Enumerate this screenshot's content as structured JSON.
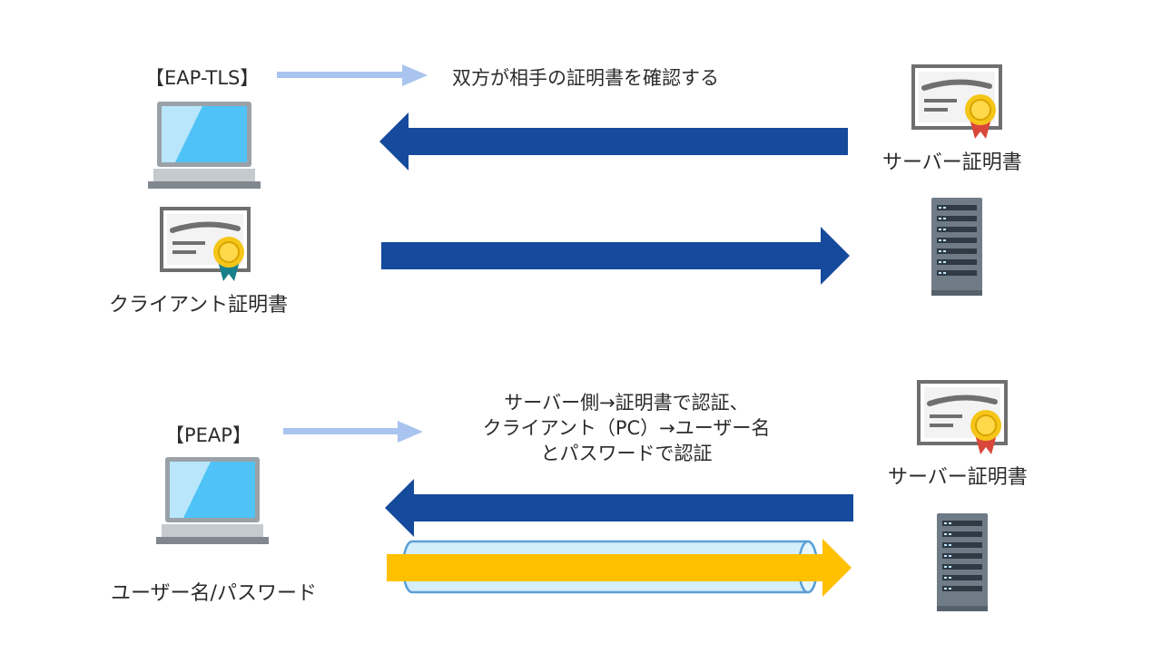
{
  "eap_tls": {
    "title": "【EAP-TLS】",
    "description": "双方が相手の証明書を確認する",
    "server_cert_label": "サーバー証明書",
    "client_cert_label": "クライアント証明書"
  },
  "peap": {
    "title": "【PEAP】",
    "description_lines": [
      "サーバー側→証明書で認証、",
      "クライアント（PC）→ユーザー名",
      "とパスワードで認証"
    ],
    "server_cert_label": "サーバー証明書",
    "client_credentials_label": "ユーザー名/パスワード"
  },
  "colors": {
    "dark_arrow": "#164a9c",
    "light_arrow": "#a9c4ee",
    "yellow_arrow": "#ffc000",
    "tunnel_fill": "#d4eefa",
    "tunnel_stroke": "#5a9fd6",
    "laptop_screen": "#4fc3f7",
    "laptop_frame": "#9aa1a8",
    "cert_frame": "#6f6f6f",
    "medal": "#f5c518",
    "server_body": "#6f7b86"
  }
}
